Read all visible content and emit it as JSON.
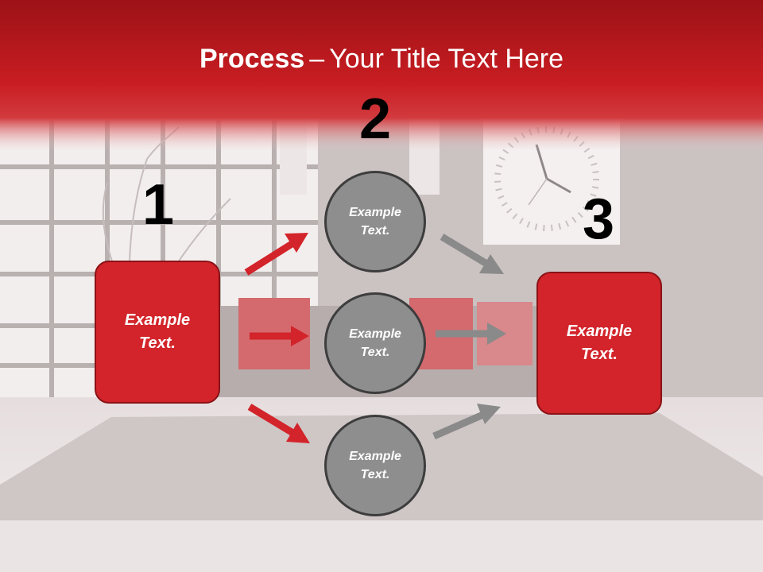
{
  "title": {
    "bold": "Process",
    "dash": "–",
    "rest": "Your Title Text Here"
  },
  "step_numbers": [
    "1",
    "2",
    "3"
  ],
  "left_box": {
    "line1": "Example",
    "line2": "Text."
  },
  "circles": [
    {
      "line1": "Example",
      "line2": "Text."
    },
    {
      "line1": "Example",
      "line2": "Text."
    },
    {
      "line1": "Example",
      "line2": "Text."
    }
  ],
  "right_box": {
    "line1": "Example",
    "line2": "Text."
  },
  "colors": {
    "banner_red": "#c8161d",
    "box_red": "#d2242a",
    "circle_gray": "#8e8e8e",
    "red_arrow": "#d2242a",
    "gray_arrow": "#8a8a8a"
  }
}
